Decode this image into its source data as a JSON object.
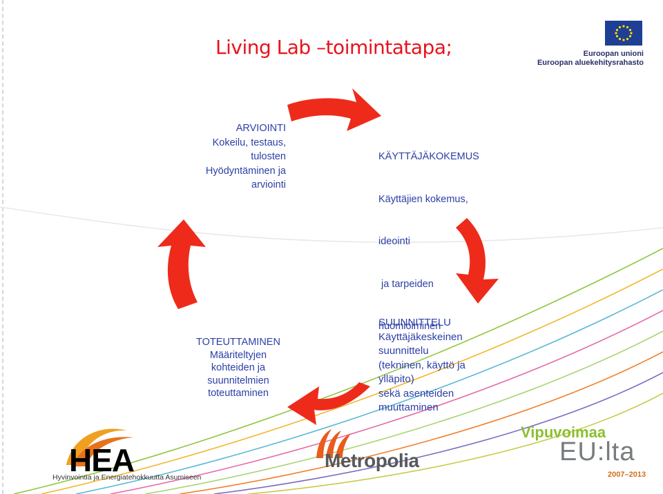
{
  "title": "Living Lab –toimintatapa;",
  "stages": {
    "evaluation": [
      "ARVIOINTI",
      "Kokeilu, testaus,",
      "tulosten",
      "Hyödyntäminen ja",
      "arviointi"
    ],
    "user_experience": [
      "KÄYTTÄJÄKOKEMUS",
      "Käyttäjien kokemus,",
      "ideointi",
      " ja tarpeiden",
      "huomioiminen"
    ],
    "design": [
      "SUUNNITTELU",
      "Käyttäjäkeskeinen",
      "suunnittelu",
      "(tekninen, käyttö ja",
      "ylläpito)",
      "sekä asenteiden",
      "muuttaminen"
    ],
    "implementation": [
      "TOTEUTTAMINEN",
      "Määriteltyjen",
      "kohteiden ja",
      "suunnitelmien",
      "toteuttaminen"
    ]
  },
  "logos": {
    "eu": {
      "line1": "Euroopan unioni",
      "line2": "Euroopan aluekehitysrahasto"
    },
    "hea": {
      "name": "HEA",
      "tagline": "Hyvinvointia ja Energiatehokkuutta Asumiseen"
    },
    "metropolia": {
      "name": "Metropolia"
    },
    "vipuvoimaa": {
      "line1": "Vipuvoimaa",
      "line2": "EU:lta",
      "years": "2007–2013"
    }
  },
  "colors": {
    "title": "#e8121b",
    "stage_text": "#2b3fa6",
    "arrow": "#ee2b1b"
  }
}
